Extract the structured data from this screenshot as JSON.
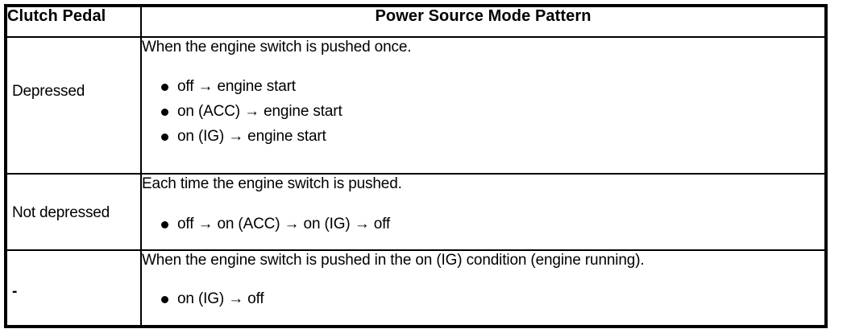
{
  "table": {
    "headers": {
      "left": "Clutch Pedal",
      "right": "Power Source Mode Pattern"
    },
    "rows": [
      {
        "label": "Depressed",
        "lead": "When the engine switch is pushed once.",
        "bullets": [
          "off → engine start",
          "on (ACC) → engine start",
          "on (IG) → engine start"
        ]
      },
      {
        "label": "Not depressed",
        "lead": "Each time the engine switch is pushed.",
        "bullets": [
          "off → on (ACC) → on (IG) → off"
        ]
      },
      {
        "label": "-",
        "lead": "When the engine switch is pushed in the on (IG) condition (engine running).",
        "bullets": [
          "on (IG) → off"
        ]
      }
    ]
  },
  "colors": {
    "border": "#000000",
    "text": "#000000",
    "background": "#ffffff"
  }
}
